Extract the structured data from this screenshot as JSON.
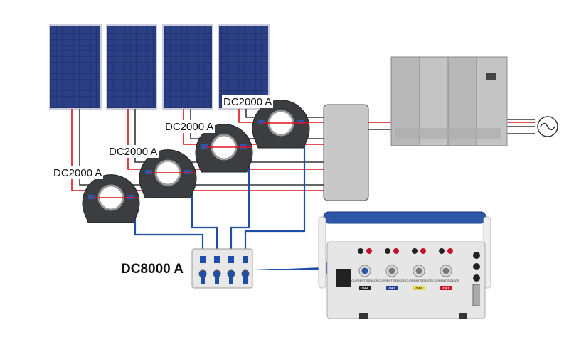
{
  "sensors": [
    {
      "label": "DC2000 A"
    },
    {
      "label": "DC2000 A"
    },
    {
      "label": "DC2000 A"
    },
    {
      "label": "DC2000 A"
    }
  ],
  "junction": {
    "label": "DC8000 A"
  },
  "instrument": {
    "input_label": "CURRENT SENSOR",
    "channels": [
      {
        "name": "CH 4",
        "color": "#222222"
      },
      {
        "name": "CH 3",
        "color": "#1d3f9a"
      },
      {
        "name": "CH 2",
        "color": "#e8d84a"
      },
      {
        "name": "CH 1",
        "color": "#d0142a"
      }
    ]
  },
  "colors": {
    "positive": "#e0101e",
    "negative": "#333333",
    "signal": "#1f4ea8"
  }
}
